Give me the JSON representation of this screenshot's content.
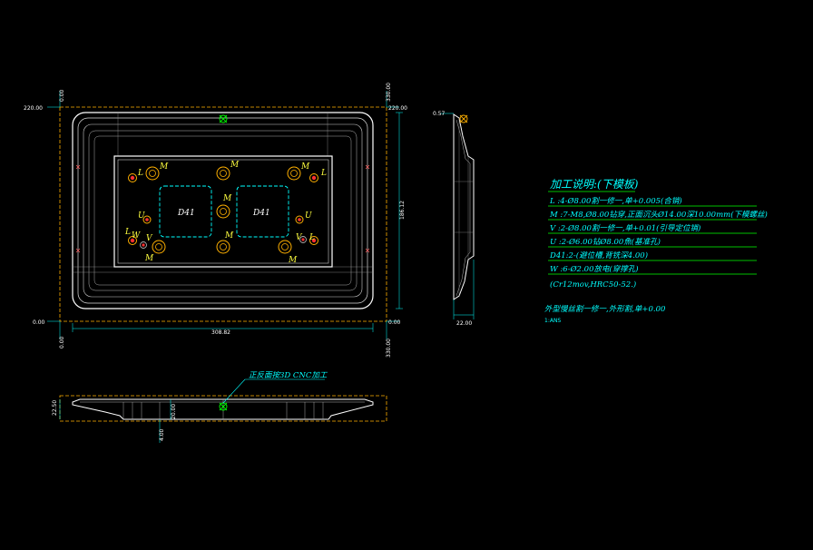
{
  "drawing": {
    "dims": {
      "top_left": "220.00",
      "top_right": "220.00",
      "right_top": "330.00",
      "right_bottom": "330.00",
      "left_top": "0.00",
      "left_bottom": "0.00",
      "zero_left": "0.00",
      "zero_right": "0.00",
      "width": "308.82",
      "height": "186.12",
      "side_top": "0.57",
      "side_bottom": "22.00",
      "front_height": "22.50",
      "front_a": "4.00",
      "front_b": "20.00"
    },
    "holes": {
      "L": "L",
      "M": "M",
      "U": "U",
      "V": "V",
      "W": "W",
      "D41": "D41"
    },
    "callout": "正反面按3D CNC加工",
    "notes": {
      "title": "加工说明:(下模板)",
      "lines": [
        "L :4-Ø8.00割一修一,单+0.005(合销)",
        "M :7-M8,Ø8.00钻穿,正面沉头Ø14.00深10.00mm(下模螺丝)",
        "V :2-Ø8.00割一修一,单+0.01(引导定位销)",
        "U :2-Ø6.00钻Ø8.00魚(基准孔)",
        "D41:2-(避位槽,背铣深4.00)",
        "W :6-Ø2.00放电(穿撑孔)",
        "(Cr12mov,HRC50-52.)"
      ],
      "outline": "外型慢丝割一修一,外形割,单+0.00",
      "small": "1:ANS"
    }
  }
}
